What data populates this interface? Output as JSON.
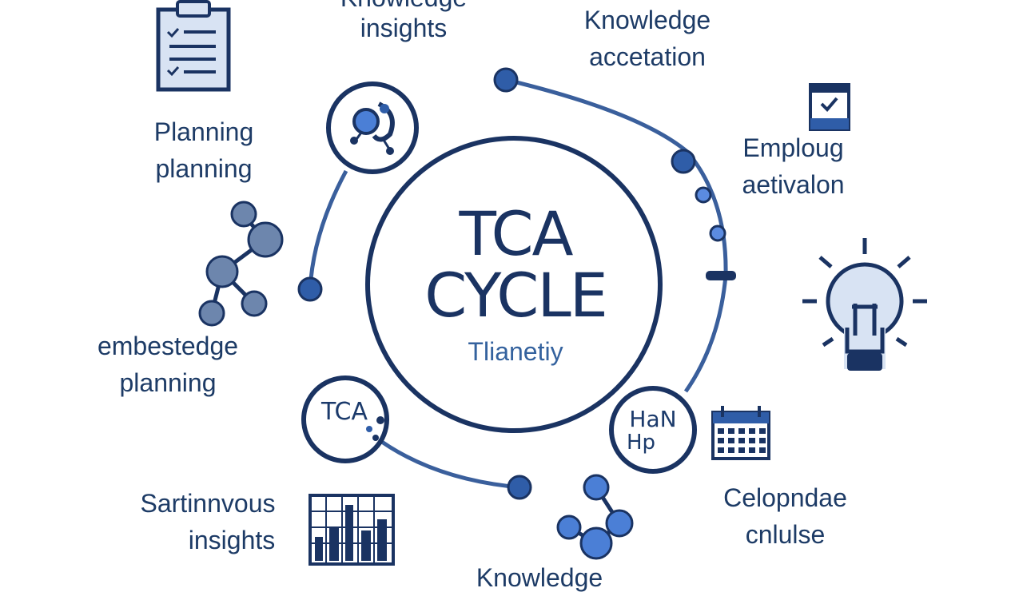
{
  "colors": {
    "navy": "#1a3362",
    "blue": "#2f5da8",
    "steel": "#6d86ad",
    "light": "#7ea2e0",
    "icon_fill": "#d8e3f3"
  },
  "center": {
    "title_line1": "TCA",
    "title_line2": "CYCLE",
    "subtitle": "Tlianetiy"
  },
  "labels": {
    "top_partial": "Knowledge",
    "top_insights": "insights",
    "knowledge_line1": "Knowledge",
    "knowledge_line2": "accetation",
    "employ_line1": "Emploug",
    "employ_line2": "aetivalon",
    "planning_line1": "Planning",
    "planning_line2": "planning",
    "embestedge_line1": "embestedge",
    "embestedge_line2": "planning",
    "sartinnvous_line1": "Sartinnvous",
    "sartinnvous_line2": "insights",
    "celopndae_line1": "Celopndae",
    "celopndae_line2": "cnlulse",
    "bottom_partial": "Knowledge"
  },
  "small_circles": {
    "bottom_left_text": "TCA",
    "bottom_right_line1": "HaN",
    "bottom_right_line2": "Hp"
  },
  "icons": [
    "clipboard-icon",
    "molecule-icon",
    "checkbox-window-icon",
    "lightbulb-icon",
    "calendar-icon",
    "bar-grid-icon",
    "molecule-blue-icon",
    "enzyme-icon"
  ]
}
